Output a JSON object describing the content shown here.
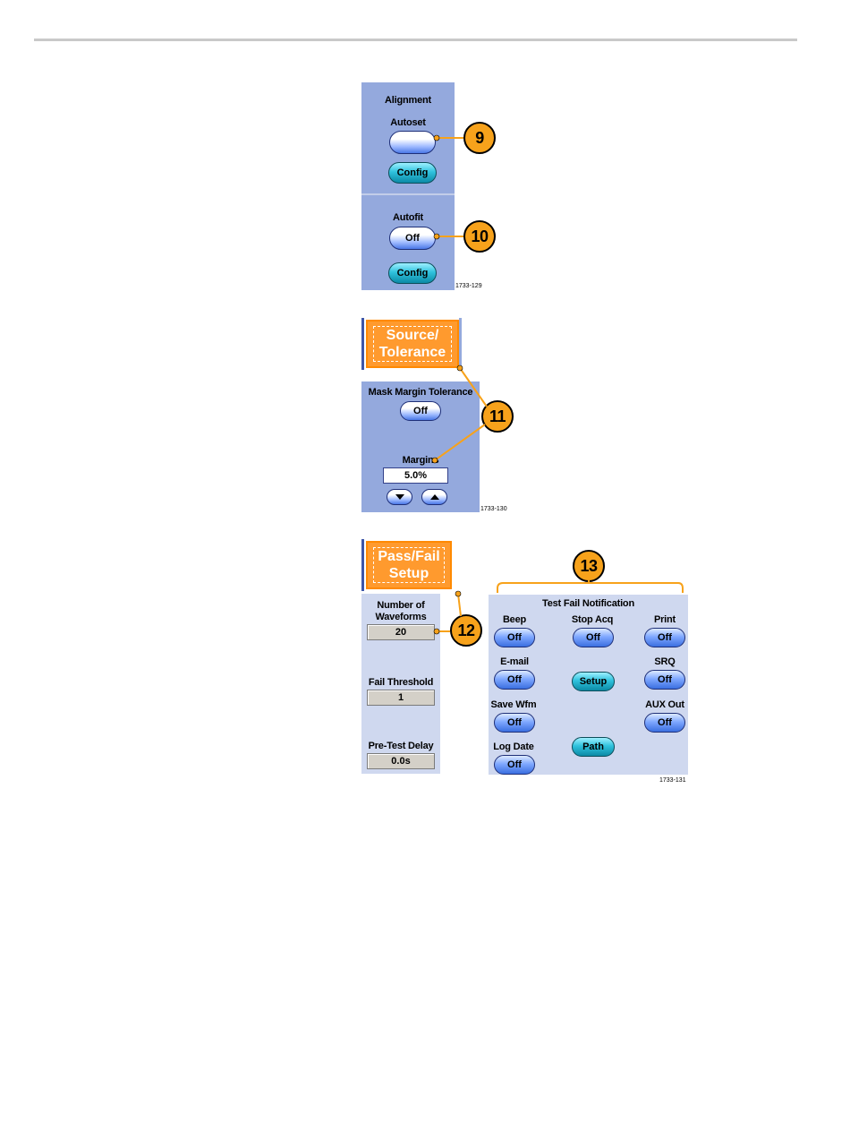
{
  "alignment": {
    "title": "Alignment",
    "autoset_label": "Autoset",
    "autoset_button": "",
    "config1": "Config",
    "autofit_label": "Autofit",
    "autofit_button": "Off",
    "config2": "Config",
    "figure_id": "1733-129",
    "callout_autoset": "9",
    "callout_autofit": "10"
  },
  "tolerance": {
    "tab_line1": "Source/",
    "tab_line2": "Tolerance",
    "mask_label": "Mask Margin Tolerance",
    "mask_button": "Off",
    "margins_label": "Margins",
    "margins_value": "5.0%",
    "figure_id": "1733-130",
    "callout": "11"
  },
  "passfail": {
    "tab_line1": "Pass/Fail",
    "tab_line2": "Setup",
    "waveforms_label_1": "Number of",
    "waveforms_label_2": "Waveforms",
    "waveforms_value": "20",
    "fail_threshold_label": "Fail Threshold",
    "fail_threshold_value": "1",
    "pretest_label": "Pre-Test Delay",
    "pretest_value": "0.0s",
    "callout_setup": "12",
    "callout_notification": "13",
    "figure_id": "1733-131"
  },
  "notification": {
    "title": "Test Fail Notification",
    "beep": "Beep",
    "beep_value": "Off",
    "stop_acq": "Stop Acq",
    "stop_acq_value": "Off",
    "print": "Print",
    "print_value": "Off",
    "email": "E-mail",
    "email_value": "Off",
    "setup_button": "Setup",
    "srq": "SRQ",
    "srq_value": "Off",
    "save_wfm": "Save Wfm",
    "save_wfm_value": "Off",
    "aux_out": "AUX Out",
    "aux_out_value": "Off",
    "log_date": "Log Date",
    "log_date_value": "Off",
    "path_button": "Path"
  },
  "colors": {
    "panel": "#94a9dd",
    "panel_light": "#cfd8ef",
    "tab_orange": "#ff9a2e",
    "callout_orange": "#f7a21b",
    "button_blue": "#3b6fe0",
    "button_teal": "#0c8aa6"
  }
}
